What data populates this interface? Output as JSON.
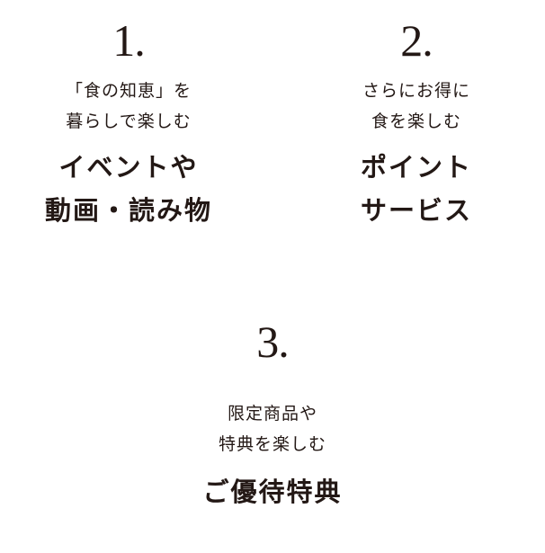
{
  "colors": {
    "text": "#231815",
    "background": "#ffffff"
  },
  "features": [
    {
      "number": "1.",
      "subtitle_lines": [
        "「食の知恵」を",
        "暮らしで楽しむ"
      ],
      "title_lines": [
        "イベントや",
        "動画・読み物"
      ]
    },
    {
      "number": "2.",
      "subtitle_lines": [
        "さらにお得に",
        "食を楽しむ"
      ],
      "title_lines": [
        "ポイント",
        "サービス"
      ]
    },
    {
      "number": "3.",
      "subtitle_lines": [
        "限定商品や",
        "特典を楽しむ"
      ],
      "title_lines": [
        "ご優待特典"
      ]
    }
  ]
}
